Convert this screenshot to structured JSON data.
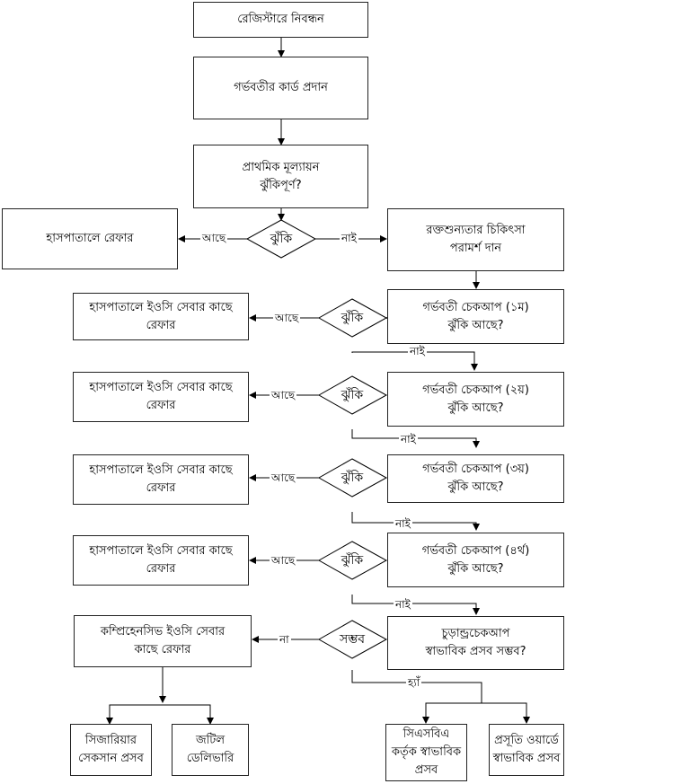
{
  "nodes": {
    "register": {
      "lines": [
        "রেজিস্টারে নিবন্ধন"
      ]
    },
    "card": {
      "lines": [
        "গর্ভবতীর কার্ড প্রদান"
      ]
    },
    "assess": {
      "lines": [
        "প্রাথমিক মূল্যায়ন",
        "ঝুঁকিপূর্ণ?"
      ]
    },
    "hospital_refer": {
      "lines": [
        "হাসপাতালে রেফার"
      ]
    },
    "anemia": {
      "lines": [
        "রক্তশুন্যতার চিকিৎসা",
        "পরামর্শ দান"
      ]
    },
    "check1": {
      "lines": [
        "গর্ভবতী চেকআপ (১ম)",
        "ঝুঁকি আছে?"
      ]
    },
    "check2": {
      "lines": [
        "গর্ভবতী চেকআপ (২য়)",
        "ঝুঁকি আছে?"
      ]
    },
    "check3": {
      "lines": [
        "গর্ভবতী চেকআপ (৩য়)",
        "ঝুঁকি আছে?"
      ]
    },
    "check4": {
      "lines": [
        "গর্ভবতী চেকআপ (৪র্থ)",
        "ঝুঁকি আছে?"
      ]
    },
    "final": {
      "lines": [
        "চুড়ান্ড্রচেকআপ",
        "স্বাভাবিক প্রসব সম্ভব?"
      ]
    },
    "eoc1": {
      "lines": [
        "হাসপাতালে ইওসি সেবার কাছে",
        "রেফার"
      ]
    },
    "eoc2": {
      "lines": [
        "হাসপাতালে ইওসি সেবার কাছে",
        "রেফার"
      ]
    },
    "eoc3": {
      "lines": [
        "হাসপাতালে ইওসি সেবার কাছে",
        "রেফার"
      ]
    },
    "eoc4": {
      "lines": [
        "হাসপাতালে ইওসি সেবার কাছে",
        "রেফার"
      ]
    },
    "ceoc": {
      "lines": [
        "কম্প্রিহেনসিভ ইওসি সেবার",
        "কাছে রেফার"
      ]
    },
    "cesarean": {
      "lines": [
        "সিজারিয়ার",
        "সেকসান প্রসব"
      ]
    },
    "complicated": {
      "lines": [
        "জটিল",
        "ডেলিভারি"
      ]
    },
    "csba": {
      "lines": [
        "সিএসবিএ",
        "কর্তৃক স্বাভাবিক",
        "প্রসব"
      ]
    },
    "maternity": {
      "lines": [
        "প্রসূতি ওয়ার্ডে",
        "স্বাভাবিক প্রসব"
      ]
    }
  },
  "decisions": {
    "d0": "ঝুঁকি",
    "d1": "ঝুঁকি",
    "d2": "ঝুঁকি",
    "d3": "ঝুঁকি",
    "d4": "ঝুঁকি",
    "d5": "সম্ভব"
  },
  "edge_labels": {
    "d0_yes": "আছে",
    "d0_no": "নাই",
    "d1_yes": "আছে",
    "d1_no": "নাই",
    "d2_yes": "আছে",
    "d2_no": "নাই",
    "d3_yes": "আছে",
    "d3_no": "নাই",
    "d4_yes": "আছে",
    "d4_no": "নাই",
    "d5_no": "না",
    "d5_yes": "হ্যাঁ"
  }
}
